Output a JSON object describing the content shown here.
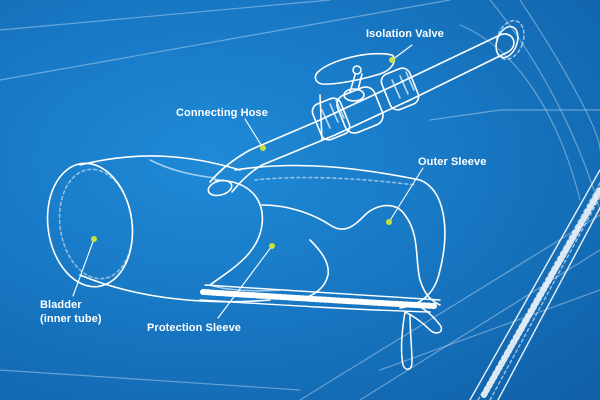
{
  "labels": {
    "isolation_valve": "Isolation Valve",
    "connecting_hose": "Connecting Hose",
    "outer_sleeve": "Outer Sleeve",
    "bladder": "Bladder",
    "bladder_sub": "(inner tube)",
    "protection_sleeve": "Protection Sleeve"
  },
  "colors": {
    "background": "#1878c4",
    "line": "#ffffff",
    "accent_dot": "#c9e23a"
  }
}
